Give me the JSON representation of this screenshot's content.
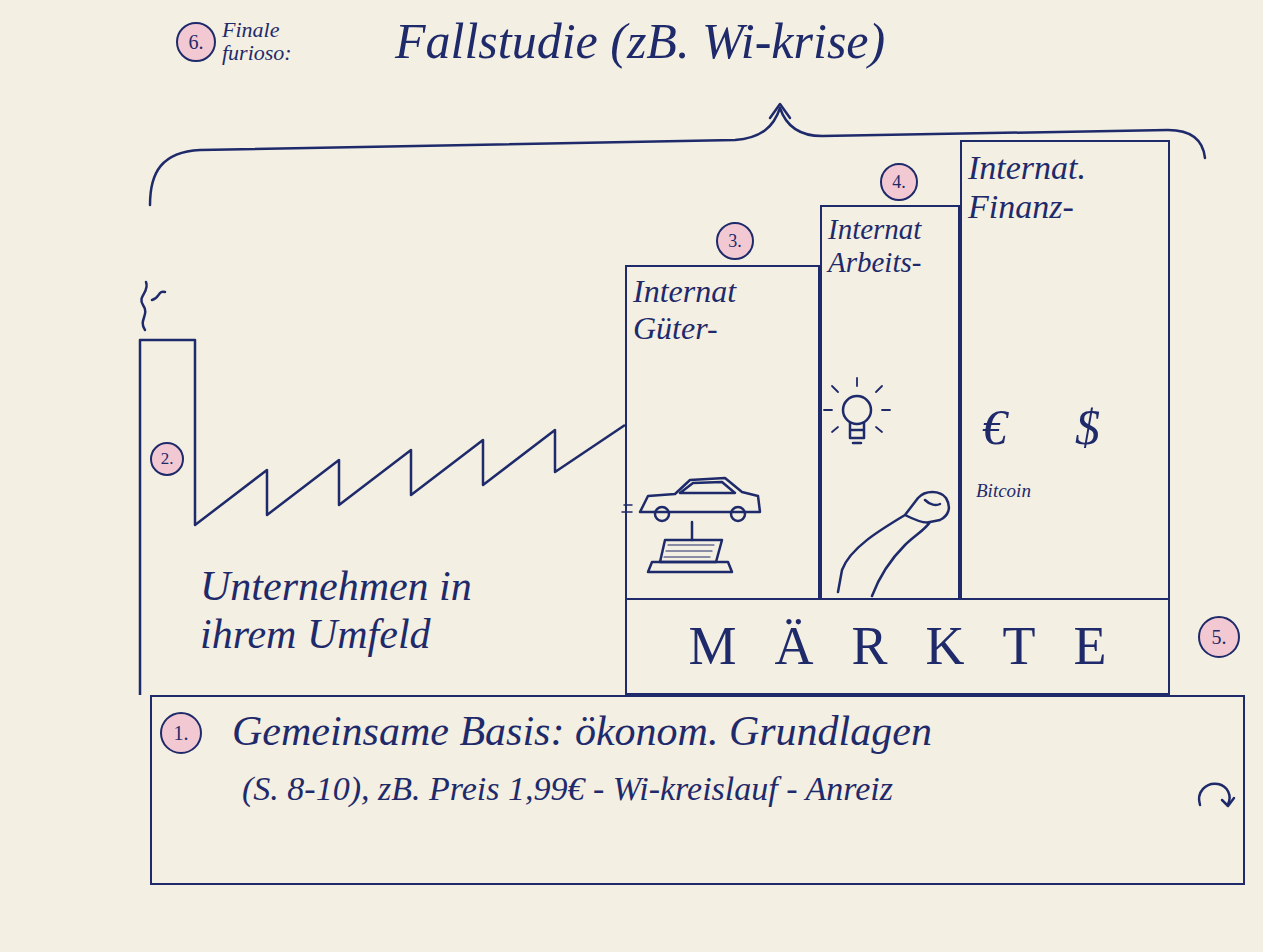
{
  "diagram": {
    "title": "Fallstudie (zB. Wi-krise)",
    "nodes": [
      {
        "text": [
          "Gemeinsame Basis: ökonom. Grundlagen",
          "(S. 8-10), zB. Preis 1,99€ - Wi-kreislauf - Anreiz"
        ]
      },
      {
        "text": [
          "Unternehmen in ihrem Umfeld"
        ]
      },
      {
        "text": [
          "Internat Güter-"
        ]
      },
      {
        "text": [
          "Internat Arbeits-"
        ]
      },
      {
        "text": [
          "Internat. Finanz-"
        ]
      },
      {
        "text": [
          "MÄRKTE"
        ]
      }
    ],
    "labels": [
      "6.",
      "Finale furioso:",
      "1.",
      "2.",
      "3.",
      "4.",
      "5.",
      "€",
      "$",
      "Bitcoin"
    ]
  }
}
